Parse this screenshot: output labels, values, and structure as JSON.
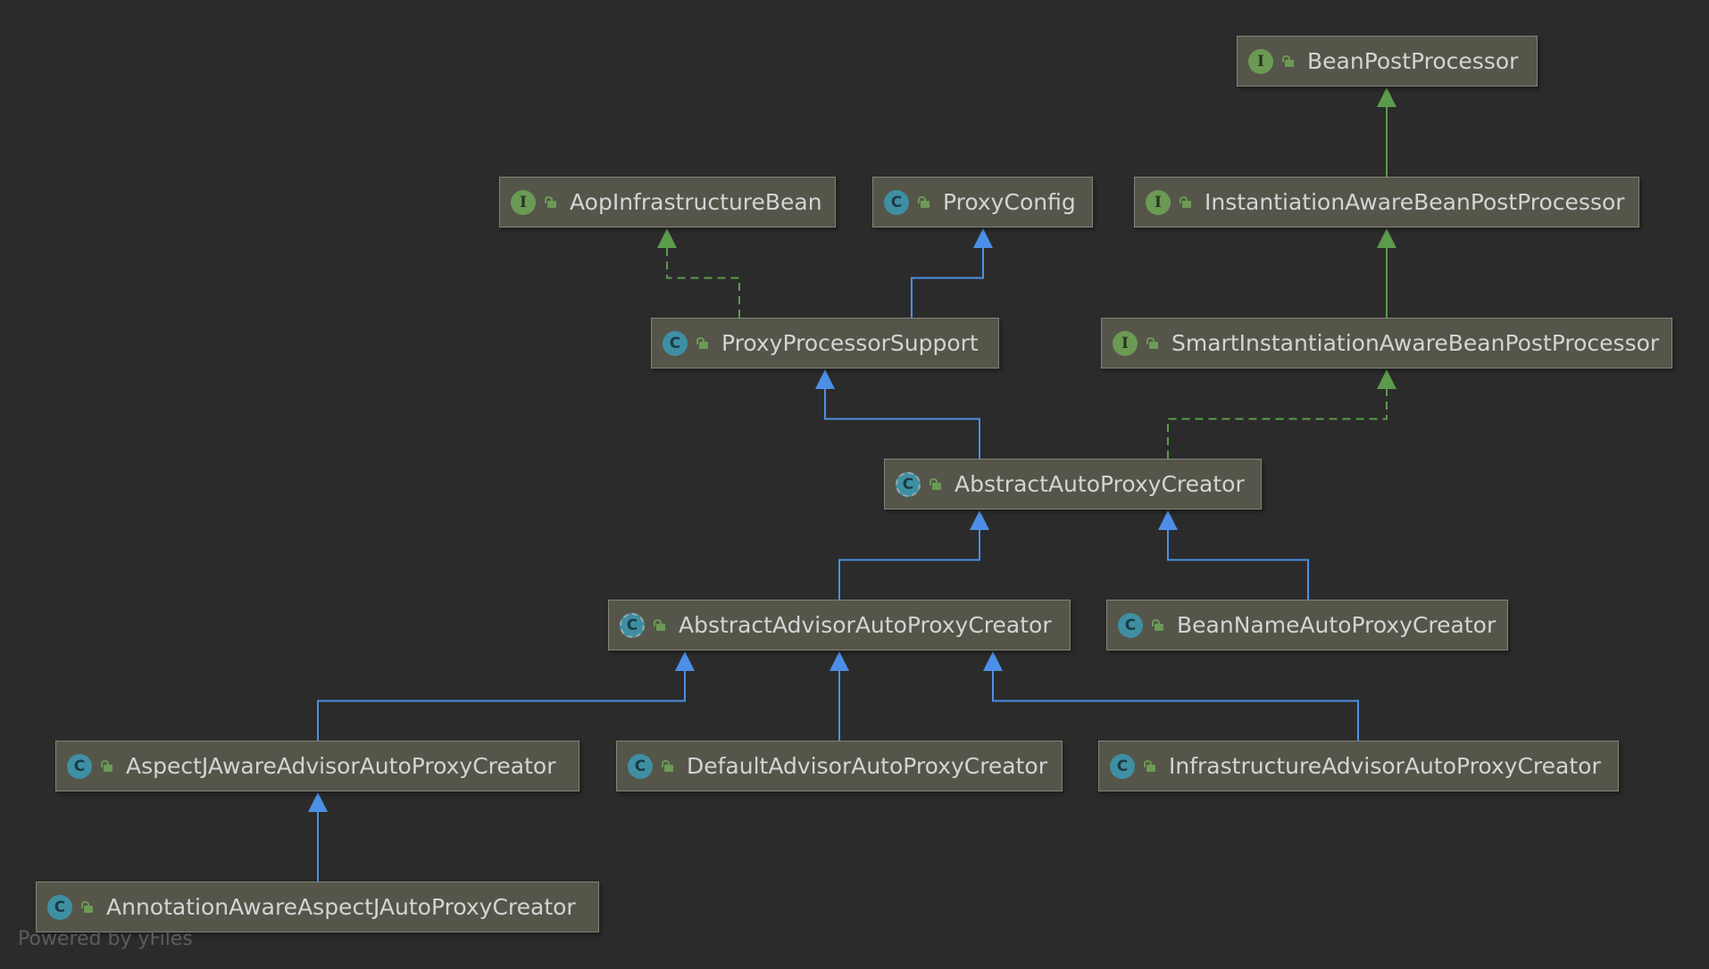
{
  "diagram": {
    "nodes": [
      {
        "id": "n1",
        "kind": "I",
        "label": "BeanPostProcessor"
      },
      {
        "id": "n2",
        "kind": "I",
        "label": "AopInfrastructureBean"
      },
      {
        "id": "n3",
        "kind": "C",
        "label": "ProxyConfig"
      },
      {
        "id": "n4",
        "kind": "I",
        "label": "InstantiationAwareBeanPostProcessor"
      },
      {
        "id": "n5",
        "kind": "C",
        "label": "ProxyProcessorSupport"
      },
      {
        "id": "n6",
        "kind": "I",
        "label": "SmartInstantiationAwareBeanPostProcessor"
      },
      {
        "id": "n7",
        "kind": "C",
        "label": "AbstractAutoProxyCreator"
      },
      {
        "id": "n8",
        "kind": "C",
        "label": "AbstractAdvisorAutoProxyCreator"
      },
      {
        "id": "n9",
        "kind": "C",
        "label": "BeanNameAutoProxyCreator"
      },
      {
        "id": "n10",
        "kind": "C",
        "label": "AspectJAwareAdvisorAutoProxyCreator"
      },
      {
        "id": "n11",
        "kind": "C",
        "label": "DefaultAdvisorAutoProxyCreator"
      },
      {
        "id": "n12",
        "kind": "C",
        "label": "InfrastructureAdvisorAutoProxyCreator"
      },
      {
        "id": "n13",
        "kind": "C",
        "label": "AnnotationAwareAspectJAutoProxyCreator"
      }
    ],
    "edges": [
      {
        "from": "n4",
        "to": "n1",
        "type": "extends-interface"
      },
      {
        "from": "n6",
        "to": "n4",
        "type": "extends-interface"
      },
      {
        "from": "n5",
        "to": "n2",
        "type": "implements"
      },
      {
        "from": "n5",
        "to": "n3",
        "type": "extends"
      },
      {
        "from": "n7",
        "to": "n5",
        "type": "extends"
      },
      {
        "from": "n7",
        "to": "n6",
        "type": "implements"
      },
      {
        "from": "n8",
        "to": "n7",
        "type": "extends"
      },
      {
        "from": "n9",
        "to": "n7",
        "type": "extends"
      },
      {
        "from": "n10",
        "to": "n8",
        "type": "extends"
      },
      {
        "from": "n11",
        "to": "n8",
        "type": "extends"
      },
      {
        "from": "n12",
        "to": "n8",
        "type": "extends"
      },
      {
        "from": "n13",
        "to": "n10",
        "type": "extends"
      }
    ],
    "colors": {
      "background": "#2b2b2b",
      "extends": "#4c8fe6",
      "interface_line": "#5c9a4c"
    }
  },
  "footer": "Powered by yFiles"
}
